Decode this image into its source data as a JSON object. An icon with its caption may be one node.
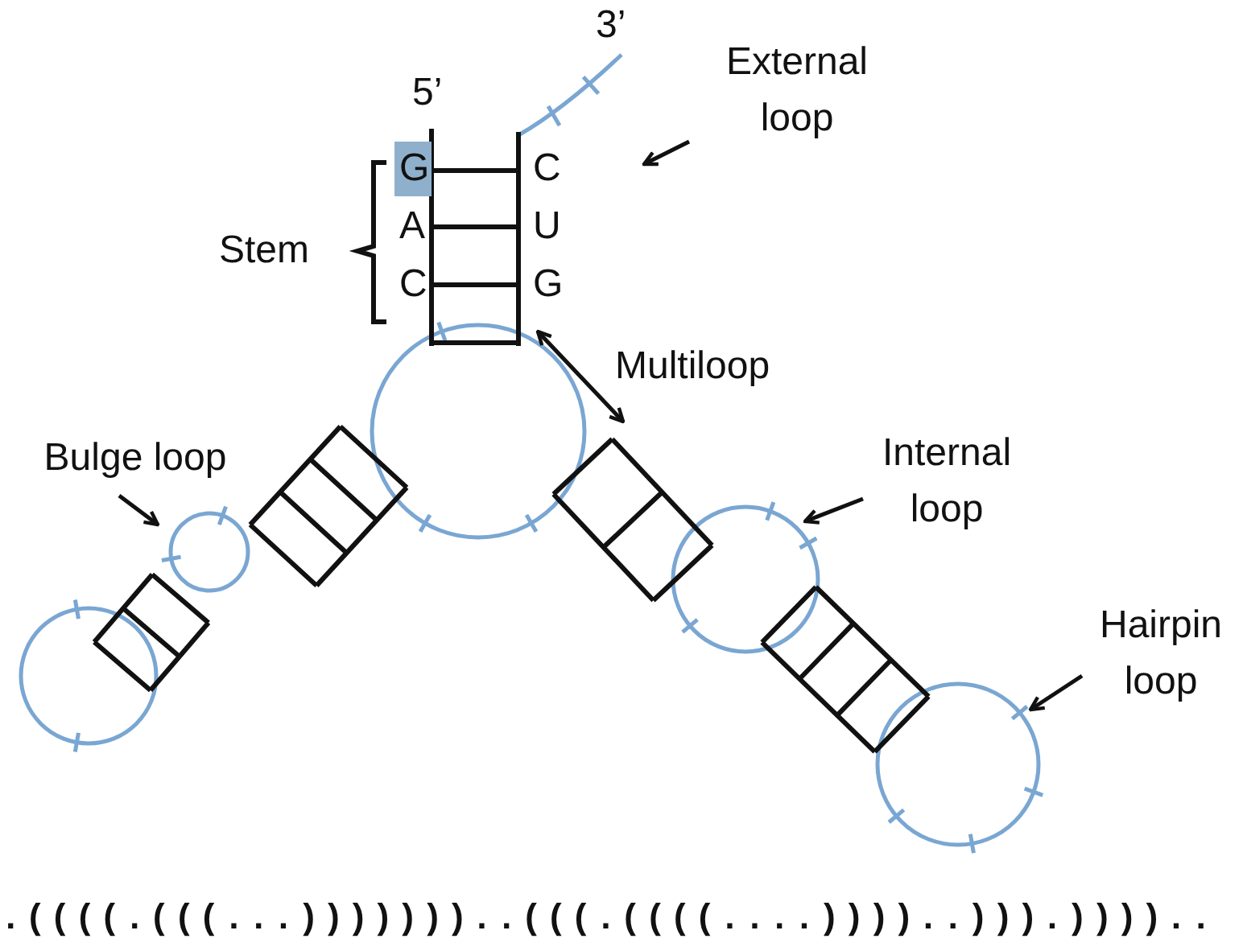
{
  "diagram": {
    "nodes": [
      {
        "text": [
          "External loop"
        ]
      },
      {
        "text": [],
        "shape": "curve"
      },
      {
        "text": [],
        "shape": "circle"
      },
      {
        "text": [
          "Bulge loop"
        ]
      },
      {
        "text": [],
        "shape": "circle"
      },
      {
        "text": [
          "Internal loop"
        ]
      },
      {
        "text": [],
        "shape": "circle"
      },
      {
        "text": [
          "Hairpin loop"
        ]
      },
      {
        "text": [],
        "shape": "circle"
      },
      {
        "text": [],
        "shape": "ladder"
      }
    ],
    "edges": [
      {
        "from": 0,
        "to": 1,
        "arrow": "to"
      },
      {
        "from": 9,
        "to": 2,
        "arrow": "both"
      },
      {
        "from": 3,
        "to": 4,
        "arrow": "to"
      },
      {
        "from": 5,
        "to": 6,
        "arrow": "to"
      },
      {
        "from": 7,
        "to": 8,
        "arrow": "to"
      }
    ],
    "labels": [
      "3’",
      "5’",
      "G",
      "C",
      "A",
      "U",
      "Stem",
      "C",
      "G",
      "Multiloop",
      ".((((.(((...)))))))..(((.((((....))))..))).)))).."
    ]
  }
}
